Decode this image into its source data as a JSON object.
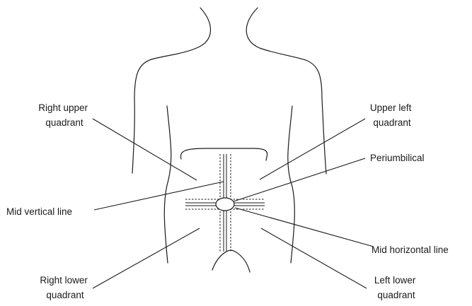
{
  "labels": {
    "right_upper": [
      "Right upper",
      "quadrant"
    ],
    "upper_left": [
      "Upper left",
      "quadrant"
    ],
    "periumbilical": [
      "Periumbilical"
    ],
    "mid_vertical": [
      "Mid vertical line"
    ],
    "mid_horizontal": [
      "Mid horizontal line"
    ],
    "right_lower": [
      "Right lower",
      "quadrant"
    ],
    "left_lower": [
      "Left lower",
      "quadrant"
    ]
  }
}
